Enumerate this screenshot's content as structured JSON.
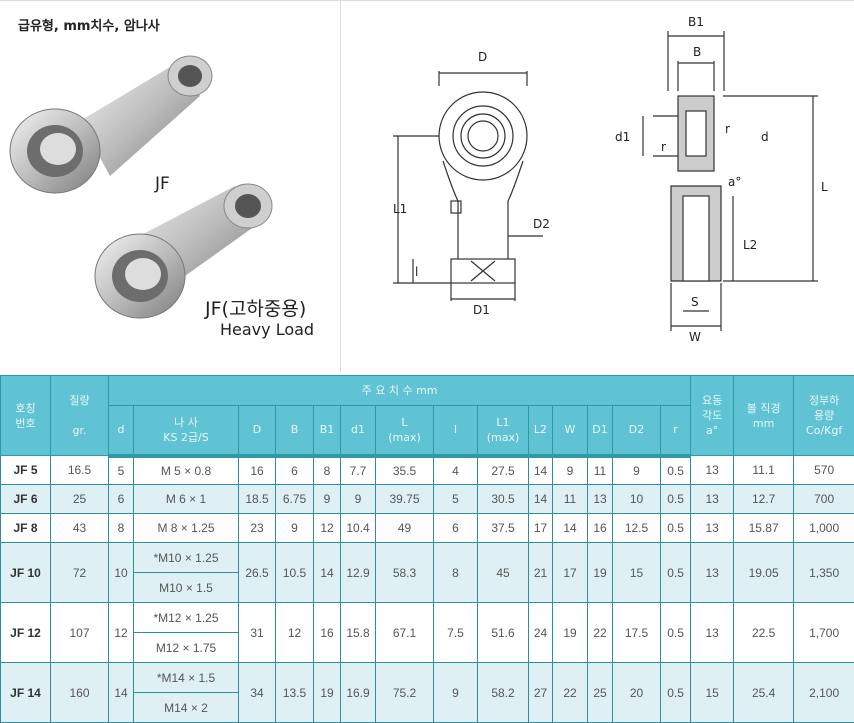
{
  "header": {
    "title": "급유형, mm치수, 암나사"
  },
  "photo": {
    "label_jf": "JF",
    "label_jf_heavy": "JF(고하중용)",
    "label_heavy": "Heavy Load"
  },
  "diagram": {
    "front": [
      "D",
      "L1",
      "l",
      "D2",
      "D1"
    ],
    "side": [
      "B1",
      "B",
      "d1",
      "r",
      "d",
      "r",
      "a°",
      "L",
      "L2",
      "S",
      "W"
    ]
  },
  "table": {
    "headers": {
      "name": "호칭\n번호",
      "mass": "질량",
      "mass_unit": "gr.",
      "main": "주 요 치 수 mm",
      "d": "d",
      "thread": "나 사",
      "thread_sub": "KS 2급/S",
      "D": "D",
      "B": "B",
      "B1": "B1",
      "d1": "d1",
      "L": "L",
      "L_sub": "(max)",
      "l": "l",
      "L1": "L1",
      "L1_sub": "(max)",
      "L2": "L2",
      "W": "W",
      "D1": "D1",
      "D2": "D2",
      "r": "r",
      "angle": "요동\n각도",
      "angle_sub": "a°",
      "ball": "볼 직경",
      "ball_unit": "mm",
      "load": "정부하\n용량",
      "load_unit": "Co/Kgf"
    },
    "rows": [
      {
        "name": "JF 5",
        "mass": "16.5",
        "d": "5",
        "threads": [
          "M 5 × 0.8"
        ],
        "D": "16",
        "B": "6",
        "B1": "8",
        "d1": "7.7",
        "L": "35.5",
        "l": "4",
        "L1": "27.5",
        "L2": "14",
        "W": "9",
        "D1": "11",
        "D2": "9",
        "r": "0.5",
        "angle": "13",
        "ball": "11.1",
        "load": "570"
      },
      {
        "name": "JF 6",
        "mass": "25",
        "d": "6",
        "threads": [
          "M 6 × 1"
        ],
        "D": "18.5",
        "B": "6.75",
        "B1": "9",
        "d1": "9",
        "L": "39.75",
        "l": "5",
        "L1": "30.5",
        "L2": "14",
        "W": "11",
        "D1": "13",
        "D2": "10",
        "r": "0.5",
        "angle": "13",
        "ball": "12.7",
        "load": "700"
      },
      {
        "name": "JF 8",
        "mass": "43",
        "d": "8",
        "threads": [
          "M 8 × 1.25"
        ],
        "D": "23",
        "B": "9",
        "B1": "12",
        "d1": "10.4",
        "L": "49",
        "l": "6",
        "L1": "37.5",
        "L2": "17",
        "W": "14",
        "D1": "16",
        "D2": "12.5",
        "r": "0.5",
        "angle": "13",
        "ball": "15.87",
        "load": "1,000"
      },
      {
        "name": "JF 10",
        "mass": "72",
        "d": "10",
        "threads": [
          "*M10 × 1.25",
          "M10 × 1.5"
        ],
        "D": "26.5",
        "B": "10.5",
        "B1": "14",
        "d1": "12.9",
        "L": "58.3",
        "l": "8",
        "L1": "45",
        "L2": "21",
        "W": "17",
        "D1": "19",
        "D2": "15",
        "r": "0.5",
        "angle": "13",
        "ball": "19.05",
        "load": "1,350"
      },
      {
        "name": "JF 12",
        "mass": "107",
        "d": "12",
        "threads": [
          "*M12 × 1.25",
          "M12 × 1.75"
        ],
        "D": "31",
        "B": "12",
        "B1": "16",
        "d1": "15.8",
        "L": "67.1",
        "l": "7.5",
        "L1": "51.6",
        "L2": "24",
        "W": "19",
        "D1": "22",
        "D2": "17.5",
        "r": "0.5",
        "angle": "13",
        "ball": "22.5",
        "load": "1,700"
      },
      {
        "name": "JF 14",
        "mass": "160",
        "d": "14",
        "threads": [
          "*M14 × 1.5",
          "M14 × 2"
        ],
        "D": "34",
        "B": "13.5",
        "B1": "19",
        "d1": "16.9",
        "L": "75.2",
        "l": "9",
        "L1": "58.2",
        "L2": "27",
        "W": "22",
        "D1": "25",
        "D2": "20",
        "r": "0.5",
        "angle": "15",
        "ball": "25.4",
        "load": "2,100"
      }
    ]
  }
}
